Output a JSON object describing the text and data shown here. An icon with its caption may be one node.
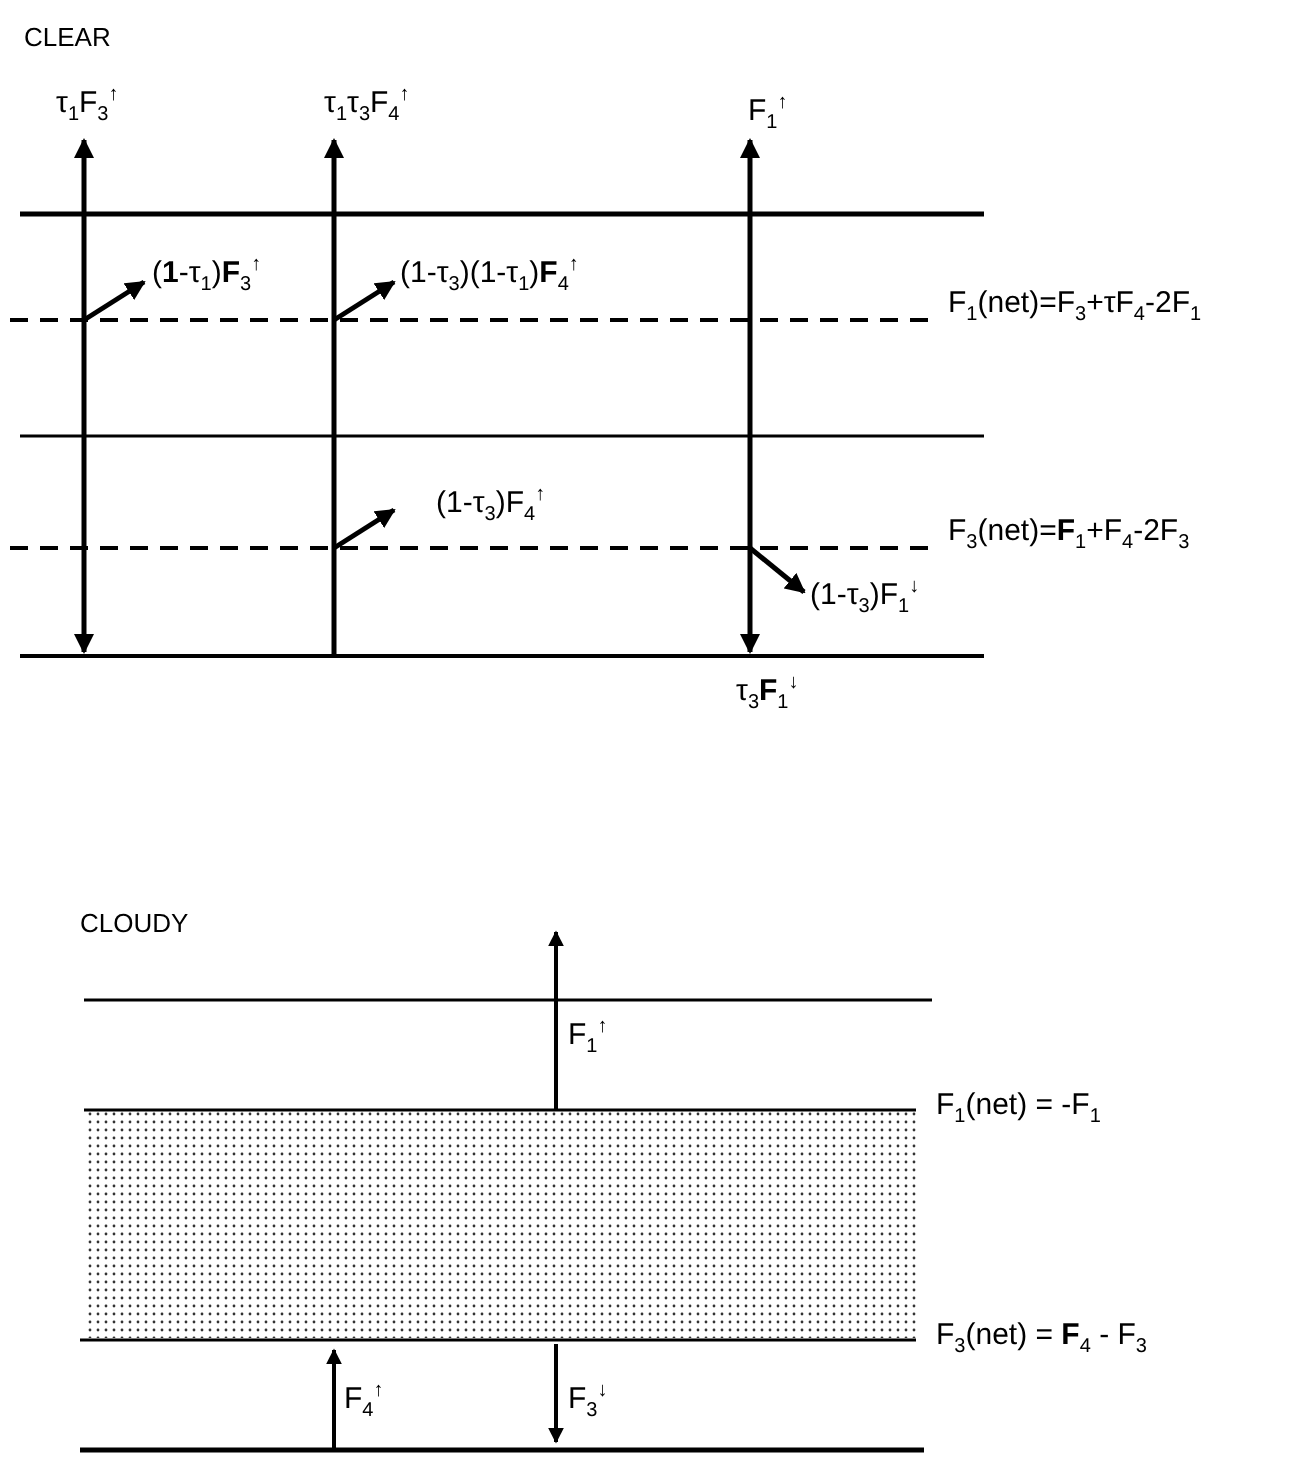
{
  "diagram": {
    "nodes": [
      {
        "text": [],
        "shape": "band"
      }
    ],
    "labels": [
      "CLEAR",
      "τ$_{1}$F$_{3}$$^{↑}$",
      "τ$_{1}$τ$_{3}$F$_{4}$$^{↑}$",
      "F$_{1}$$^{↑}$",
      "(**1**-τ$_{1}$)**F**$_{3}$$^{↑}$",
      "(1-τ$_{3}$)(1-τ$_{1}$)**F**$_{4}$$^{↑}$",
      "F$_{1}$(net)=F$_{3}$+τF$_{4}$-2F$_{1}$",
      "(1-τ$_{3}$)F$_{4}$$^{↑}$",
      "F$_{3}$(net)=**F**$_{1}$+F$_{4}$-2F$_{3}$",
      "(1-τ$_{3}$)F$_{1}$$^{↓}$",
      "τ$_{3}$**F**$_{1}$$^{↓}$",
      "CLOUDY",
      "F$_{1}$$^{↑}$",
      "F$_{1}$(net) = -F$_{1}$",
      "F$_{3}$(net) = **F**$_{4}$ - F$_{3}$",
      "F$_{4}$$^{↑}$",
      "F$_{3}$$^{↓}$"
    ]
  }
}
